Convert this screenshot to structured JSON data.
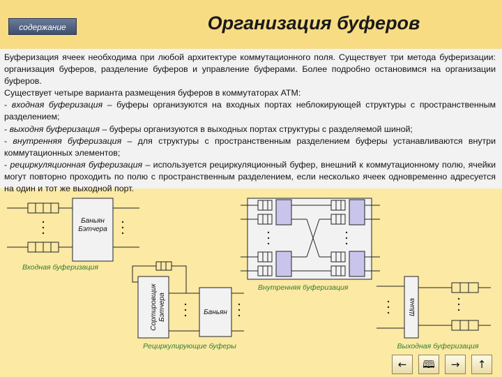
{
  "header": {
    "toc_label": "содержание",
    "title": "Организация буферов"
  },
  "text": {
    "p1": "Буферизация ячеек необходима при любой архитектуре коммутационного поля. Существует три метода буферизации: организация буферов, разделение буферов и управление буферами. Более подробно остановимся на организации буферов.",
    "p2": "Существует четыре варианта размещения буферов в коммутаторах АТМ:",
    "i1_prefix": "- ",
    "i1_term": "входная буферизация",
    "i1_rest": " – буферы организуются на входных портах неблокирующей структуры с пространственным разделением;",
    "i2_prefix": "- ",
    "i2_term": "выходня буферизация",
    "i2_rest": " – буферы организуются в выходных портах структуры с разделяемой шиной;",
    "i3_prefix": "- ",
    "i3_term": "внутренняя буферизация",
    "i3_rest": " – для структуры с пространственным разделением буферы устанавливаются внутри коммутационных элементов;",
    "i4_prefix": "- ",
    "i4_term": "рециркуляционная буферизация",
    "i4_rest": " – используется рециркуляционный буфер, внешний к коммутационному полю, ячейки могут повторно проходить по полю с пространственным разделением, если несколько ячеек одновременно адресуется на один и тот же выходной порт."
  },
  "diagram": {
    "banyan_batcher_line1": "Баньян",
    "banyan_batcher_line2": "Бэтчера",
    "input_buffering": "Входная буферизация",
    "internal_buffering": "Внутренняя буферизация",
    "sorting_batcher_line1": "Сортировщик",
    "sorting_batcher_line2": "Бэтчера",
    "banyan": "Баньян",
    "recirc_buffers": "Рециркулирующие буферы",
    "bus": "Шина",
    "output_buffering": "Выходная буферизация"
  },
  "nav": {
    "back": "←",
    "book": "🕮",
    "forward": "→",
    "up": "↑"
  },
  "colors": {
    "accent_green": "#2e7d32",
    "block_fill": "#f2f2f2",
    "element_fill": "#c9c4ec"
  }
}
